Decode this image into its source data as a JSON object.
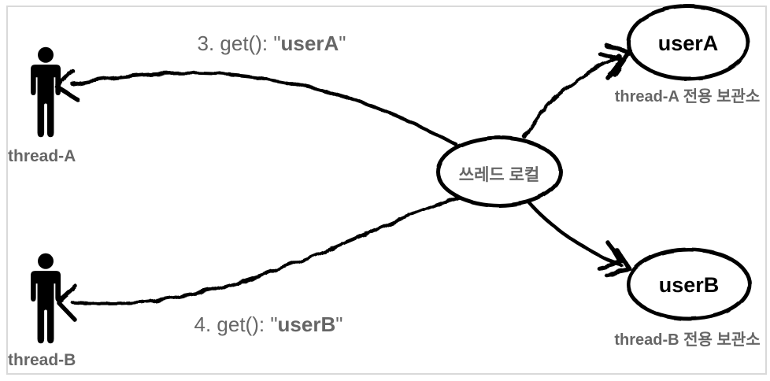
{
  "diagram": {
    "title_semantic": "thread-local storage diagram",
    "colors": {
      "ink": "#000000",
      "label_gray": "#666666",
      "frame_gray": "#d9d9d9",
      "background": "#ffffff"
    },
    "actors": [
      {
        "label": "thread-A"
      },
      {
        "label": "thread-B"
      }
    ],
    "center_node": {
      "label": "쓰레드 로컬"
    },
    "store_nodes": [
      {
        "label": "userA",
        "caption": "thread-A 전용 보관소"
      },
      {
        "label": "userB",
        "caption": "thread-B 전용 보관소"
      }
    ],
    "messages": [
      {
        "prefix": "3. get(): \"",
        "value": "userA",
        "suffix": "\""
      },
      {
        "prefix": "4. get(): \"",
        "value": "userB",
        "suffix": "\""
      }
    ]
  }
}
